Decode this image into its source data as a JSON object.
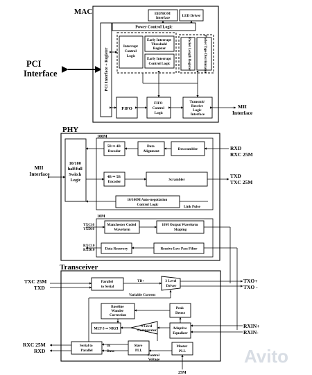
{
  "sections": {
    "mac": "MAC",
    "phy": "PHY",
    "transceiver": "Transceiver",
    "mode_100m": "100M",
    "mode_10m": "10M"
  },
  "mac": {
    "pci_interface": [
      "PCI",
      "Interface"
    ],
    "eeprom_interface": [
      "EEPROM",
      "Interface"
    ],
    "led_driver": "LED Driver",
    "power_control_logic": "Power Control Logic",
    "pci_interface_register": "PCI Interface + Register",
    "interrupt_control_logic": [
      "Interrupt",
      "Control",
      "Logic"
    ],
    "early_interrupt_threshold_register": [
      "Early Interrupt",
      "Threshold",
      "Register"
    ],
    "early_interrupt_control_logic": [
      "Early Interrupt",
      "Control Logic"
    ],
    "packet_length_register": "Packet Length Register",
    "packet_type_discriminator": "Packet Type Discriminator",
    "fifo": "FIFO",
    "fifo_control_logic": [
      "FIFO",
      "Control",
      "Logic"
    ],
    "transmit_receive_logic_interface": [
      "Transmit/",
      "Receive",
      "Logic",
      "Interface"
    ],
    "mii_interface": [
      "MII",
      "Interface"
    ]
  },
  "phy": {
    "mii_interface": [
      "MII",
      "Interface"
    ],
    "switch_logic": [
      "10/100",
      "half/full",
      "Switch",
      "Logic"
    ],
    "decoder_5b4b": [
      "5B ⇒ 4B",
      "Decoder"
    ],
    "data_alignment": [
      "Data",
      "Alignment"
    ],
    "descrambler": "Descrambler",
    "encoder_4b5b": [
      "4B ⇒ 5B",
      "Encoder"
    ],
    "scrambler": "Scrambler",
    "auto_negotiation": [
      "10/100M Auto-negotiation",
      "Control Logic"
    ],
    "link_pulse": "Link Pulse",
    "rxd": "RXD",
    "rxc_25m": "RXC 25M",
    "txd": "TXD",
    "txc_25m": "TXC 25M",
    "txc10": "TXC10",
    "txd10": "TXD10",
    "rxc10": "RXC10",
    "rxd10": "RXD10",
    "manchester_coded_waveform": [
      "Manchester Coded",
      "Waveform"
    ],
    "output_waveform_shaping": [
      "10M Output Waveform",
      "Shaping"
    ],
    "data_recovery": "Data Recovery",
    "receive_low_pass_filter": "Receive Low Pass Filter"
  },
  "transceiver": {
    "txc_25m": "TXC 25M",
    "txd": "TXD",
    "parallel_to_serial": [
      "Parallel",
      "to Serial"
    ],
    "td_plus": "TD+",
    "level3_driver": [
      "3 Level",
      "Driver"
    ],
    "txo_plus": "TXO+",
    "txo_minus": "TXO -",
    "variable_current": "Variable Current",
    "baseline_wander_correction": [
      "Baseline",
      "Wander",
      "Correction"
    ],
    "peak_detect": [
      "Peak",
      "Detect"
    ],
    "mlt3_to_nrzi": "MLT-3 ⇒ NRZI",
    "level3_comparator": [
      "3 Level",
      "Comparator"
    ],
    "adaptive_equalizer": [
      "Adaptive",
      "Equalizer"
    ],
    "rxin_plus": "RXIN+",
    "rxin_minus": "RXIN-",
    "rxc_25m": "RXC 25M",
    "rxd": "RXD",
    "serial_to_parallel": [
      "Serial to",
      "Parallel"
    ],
    "ck": "ck",
    "data": "Data",
    "slave_pll": [
      "Slave",
      "PLL"
    ],
    "master_pll": [
      "Master",
      "PLL"
    ],
    "control_voltage": [
      "Control",
      "Voltage"
    ],
    "clock_25m": "25M"
  },
  "watermark": "Avito"
}
